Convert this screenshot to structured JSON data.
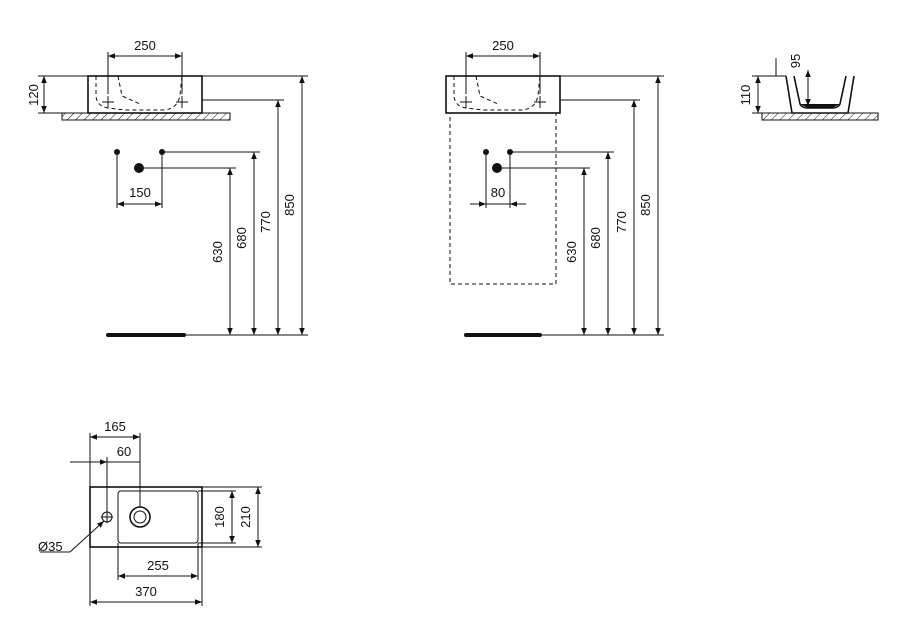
{
  "dims": {
    "front_width": "250",
    "front_height": "120",
    "front_tap_spacing": "150",
    "front_h630": "630",
    "front_h680": "680",
    "front_h770": "770",
    "front_h850": "850",
    "cab_width": "250",
    "cab_tap_spacing": "80",
    "cab_h630": "630",
    "cab_h680": "680",
    "cab_h770": "770",
    "cab_h850": "850",
    "side_inner": "95",
    "side_outer": "110",
    "plan_165": "165",
    "plan_60": "60",
    "plan_diameter": "Ø35",
    "plan_180": "180",
    "plan_210": "210",
    "plan_255": "255",
    "plan_370": "370"
  }
}
